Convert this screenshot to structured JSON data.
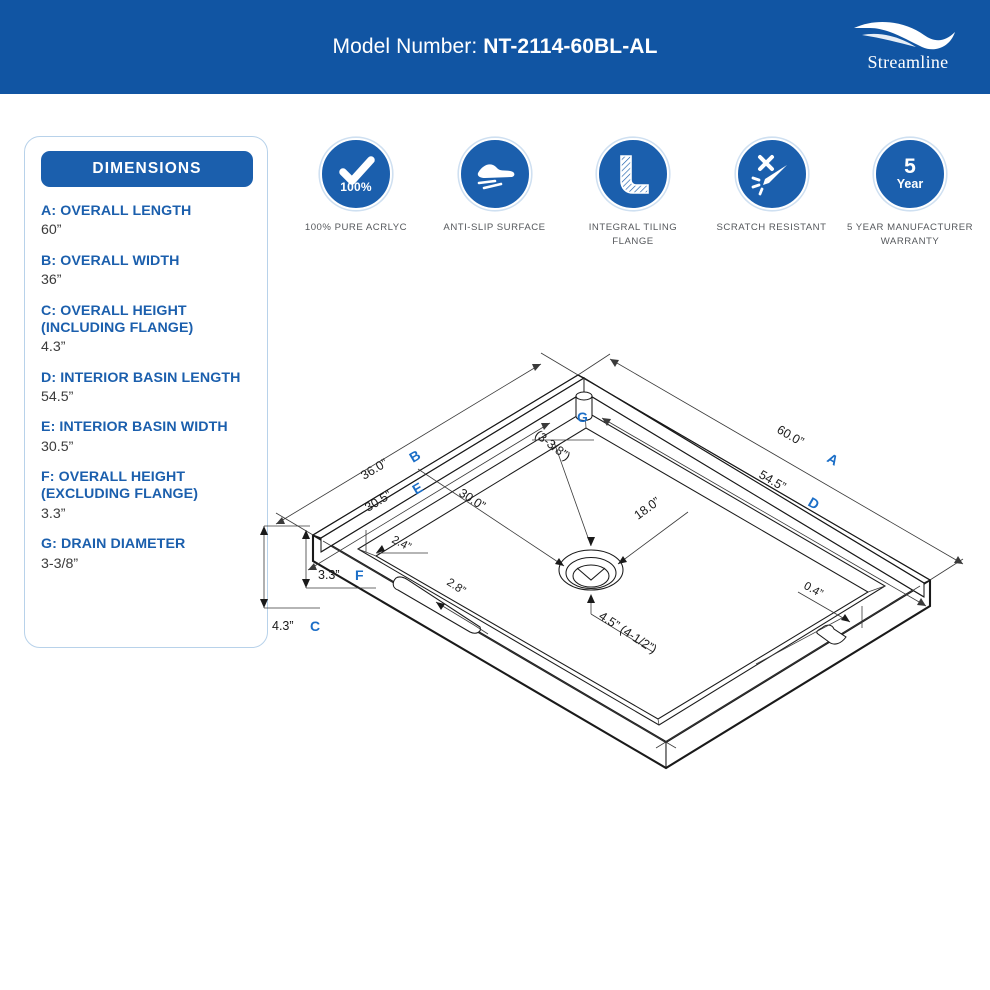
{
  "header": {
    "model_label": "Model Number:",
    "model_value": "NT-2114-60BL-AL",
    "brand": "Streamline",
    "background_color": "#1155a3"
  },
  "dimensions_panel": {
    "title": "DIMENSIONS",
    "accent_color": "#1b5fad",
    "items": [
      {
        "key": "A: OVERALL LENGTH",
        "value": "60”"
      },
      {
        "key": "B: OVERALL WIDTH",
        "value": "36”"
      },
      {
        "key": "C: OVERALL HEIGHT (INCLUDING FLANGE)",
        "value": "4.3”"
      },
      {
        "key": "D: INTERIOR BASIN LENGTH",
        "value": "54.5”"
      },
      {
        "key": "E: INTERIOR BASIN WIDTH",
        "value": "30.5”"
      },
      {
        "key": "F: OVERALL HEIGHT (EXCLUDING FLANGE)",
        "value": "3.3”"
      },
      {
        "key": "G: DRAIN DIAMETER",
        "value": "3-3/8”"
      }
    ]
  },
  "badges": [
    {
      "icon": "check-100-icon",
      "label": "100% PURE ACRLYC",
      "inner_text": "100%"
    },
    {
      "icon": "shoe-anti-slip-icon",
      "label": "ANTI-SLIP SURFACE",
      "inner_text": ""
    },
    {
      "icon": "l-flange-icon",
      "label": "INTEGRAL TILING FLANGE",
      "inner_text": ""
    },
    {
      "icon": "scratch-resistant-icon",
      "label": "SCRATCH RESISTANT",
      "inner_text": ""
    },
    {
      "icon": "warranty-5-year-icon",
      "label": "5 YEAR MANUFACTURER WARRANTY",
      "inner_text": "5 Year"
    }
  ],
  "drawing": {
    "type": "isometric-technical-drawing",
    "subject": "rectangular shower base with integral tiling flange and center drain",
    "callouts": [
      {
        "id": "B",
        "text": "36.0”",
        "letter": "B",
        "meaning": "overall width"
      },
      {
        "id": "E",
        "text": "30.5”",
        "letter": "E",
        "meaning": "interior basin width"
      },
      {
        "id": "A",
        "text": "60.0”",
        "letter": "A",
        "meaning": "overall length"
      },
      {
        "id": "D",
        "text": "54.5”",
        "letter": "D",
        "meaning": "interior basin length"
      },
      {
        "id": "C",
        "text": "4.3”",
        "letter": "C",
        "meaning": "overall height including flange"
      },
      {
        "id": "F",
        "text": "3.3”",
        "letter": "F",
        "meaning": "overall height excluding flange"
      },
      {
        "id": "G",
        "text": "(3-3/8”)",
        "letter": "G",
        "meaning": "drain diameter"
      },
      {
        "id": "d30",
        "text": "30.0”",
        "letter": "",
        "meaning": "drain offset from left"
      },
      {
        "id": "d18",
        "text": "18.0”",
        "letter": "",
        "meaning": "drain offset from right"
      },
      {
        "id": "d45",
        "text": "4.5” (4-1/2”)",
        "letter": "",
        "meaning": "drain offset from front"
      },
      {
        "id": "d24",
        "text": "2.4”",
        "letter": "",
        "meaning": "flange width"
      },
      {
        "id": "d28",
        "text": "2.8”",
        "letter": "",
        "meaning": "threshold width"
      },
      {
        "id": "d04",
        "text": "0.4”",
        "letter": "",
        "meaning": "wall thickness"
      }
    ]
  }
}
